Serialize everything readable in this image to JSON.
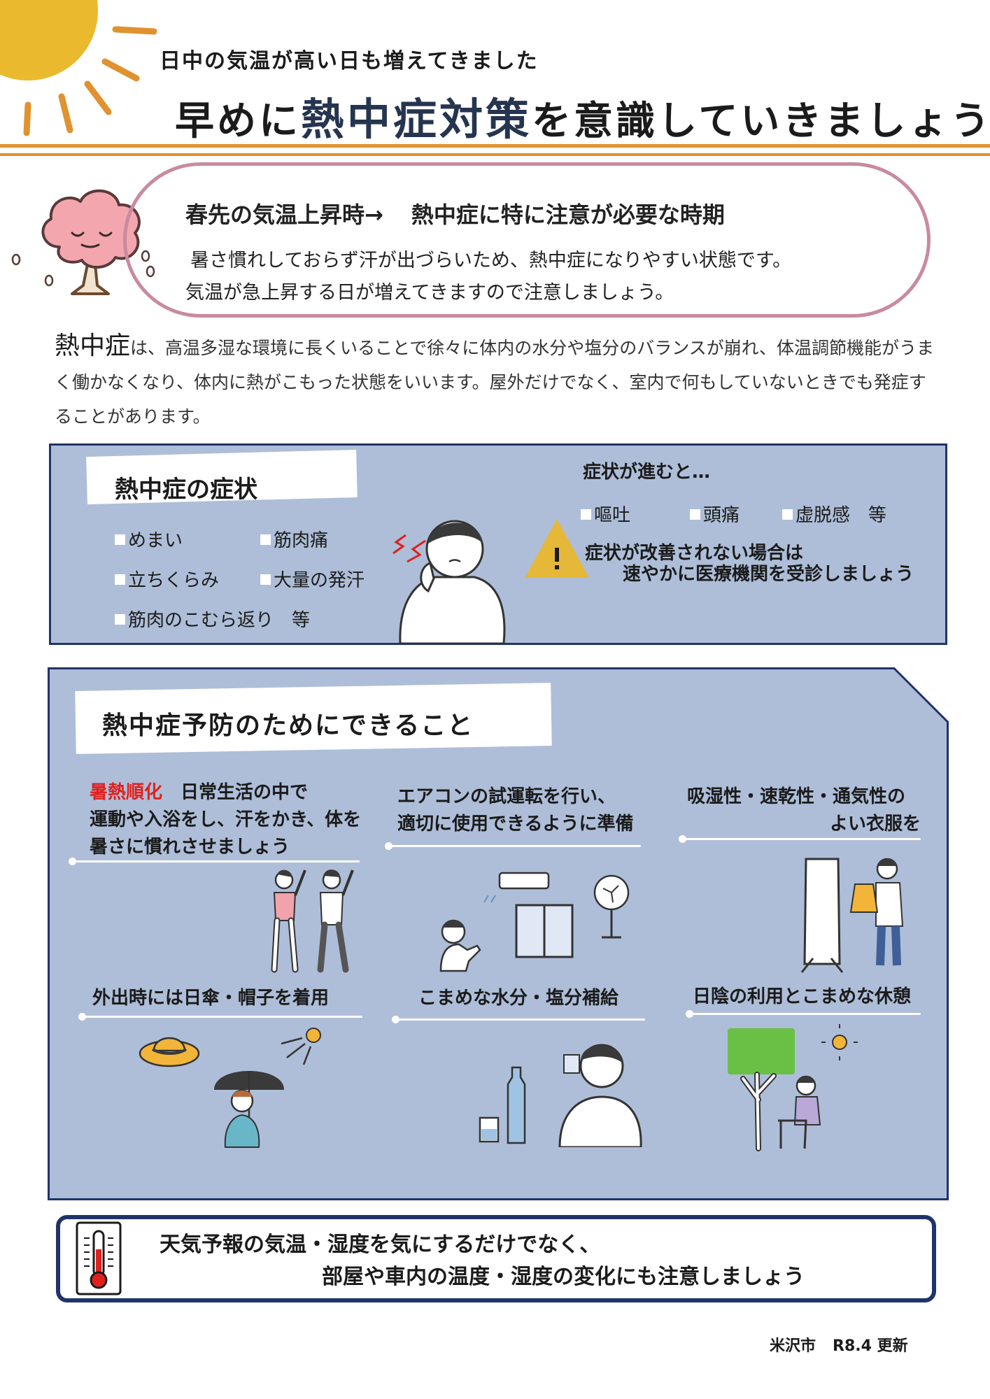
{
  "header": {
    "subtitle": "日中の気温が高い日も増えてきました",
    "title_pre": "早めに",
    "title_emph": "熱中症対策",
    "title_post": "を意識していきましょう！"
  },
  "spring": {
    "title_left": "春先の気温上昇時→",
    "title_right": "熱中症に特に注意が必要な時期",
    "line1": "暑さ慣れしておらず汗が出づらいため、熱中症になりやすい状態です。",
    "line2": "気温が急上昇する日が増えてきますので注意しましょう。"
  },
  "intro": {
    "term": "熱中症",
    "text": "は、高温多湿な環境に長くいることで徐々に体内の水分や塩分のバランスが崩れ、体温調節機能がうまく働かなくなり、体内に熱がこもった状態をいいます。屋外だけでなく、室内で何もしていないときでも発症することがあります。"
  },
  "symptoms": {
    "title": "熱中症の症状",
    "items": [
      "めまい",
      "筋肉痛",
      "立ちくらみ",
      "大量の発汗",
      "筋肉のこむら返り　等"
    ],
    "advanced_title": "症状が進むと…",
    "advanced_items": [
      "嘔吐",
      "頭痛",
      "虚脱感　等"
    ],
    "warning_line1": "症状が改善されない場合は",
    "warning_line2": "速やかに医療機関を受診しましょう"
  },
  "prevention": {
    "title": "熱中症予防のためにできること",
    "tip1_red": "暑熱順化",
    "tip1_rest": "日常生活の中で",
    "tip1_line2": "運動や入浴をし、汗をかき、体を",
    "tip1_line3": "暑さに慣れさせましょう",
    "tip2_line1": "エアコンの試運転を行い、",
    "tip2_line2": "適切に使用できるように準備",
    "tip3_line1": "吸湿性・速乾性・通気性の",
    "tip3_line2": "よい衣服を",
    "tip4": "外出時には日傘・帽子を着用",
    "tip5": "こまめな水分・塩分補給",
    "tip6": "日陰の利用とこまめな休憩"
  },
  "notice": {
    "line1": "天気予報の気温・湿度を気にするだけでなく、",
    "line2": "部屋や車内の温度・湿度の変化にも注意しましょう"
  },
  "footer": {
    "city": "米沢市",
    "updated": "R8.4 更新"
  },
  "icons": {
    "sun": "sun-icon",
    "tree": "cherry-tree-icon",
    "warning": "warning-triangle-icon",
    "thermometer": "thermometer-icon"
  },
  "colors": {
    "accent_orange": "#e0922f",
    "sun_yellow": "#eab92d",
    "pink_border": "#c98aa0",
    "panel_blue": "#aebed8",
    "navy": "#1f3468",
    "red": "#e0201d"
  }
}
